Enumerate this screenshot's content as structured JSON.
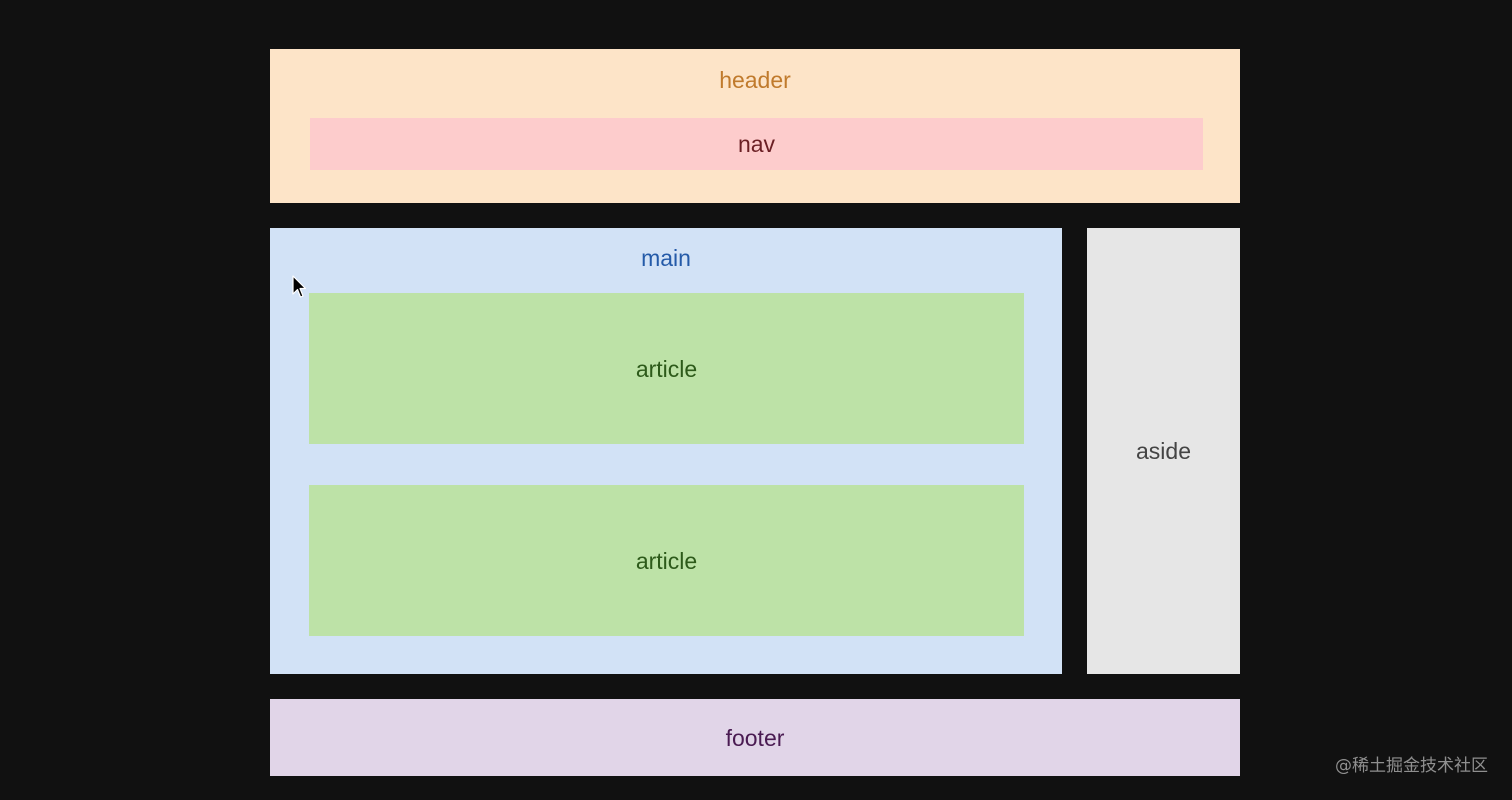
{
  "header": {
    "label": "header"
  },
  "nav": {
    "label": "nav"
  },
  "main": {
    "label": "main",
    "articles": [
      {
        "label": "article"
      },
      {
        "label": "article"
      }
    ]
  },
  "aside": {
    "label": "aside"
  },
  "footer": {
    "label": "footer"
  },
  "watermark": {
    "text": "@稀土掘金技术社区"
  },
  "colors": {
    "background": "#111111",
    "header": "#fde4c8",
    "nav": "#fdcccc",
    "main": "#d2e2f6",
    "article": "#bde2a7",
    "aside": "#e6e6e6",
    "footer": "#e1d5e8"
  },
  "icons": {
    "cursor": "mouse-pointer-icon"
  }
}
